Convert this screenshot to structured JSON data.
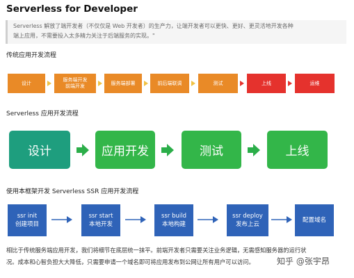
{
  "title": "Serverless for Developer",
  "quote": {
    "line1": "Serverless 解放了端开发者（不仅仅是 Web 开发者）的生产力，让端开发者可以更快、更好、更灵活地开发各种",
    "line2": "端上应用，不需要投入太多精力关注于后端服务的实现。\""
  },
  "section1": {
    "label": "传统应用开发流程",
    "steps": [
      "设计",
      "服务端开发\n前端开发",
      "服务端部署",
      "前后端联调",
      "测试",
      "上线",
      "运维"
    ]
  },
  "section2": {
    "label": "Serverless 应用开发流程",
    "steps": [
      "设计",
      "应用开发",
      "测试",
      "上线"
    ]
  },
  "section3": {
    "label": "使用本框架开发 Serverless SSR 应用开发流程",
    "steps": [
      {
        "l1": "ssr init",
        "l2": "创建项目"
      },
      {
        "l1": "ssr start",
        "l2": "本地开发"
      },
      {
        "l1": "ssr build",
        "l2": "本地构建"
      },
      {
        "l1": "ssr deploy",
        "l2": "发布上云"
      },
      {
        "l1": "配置域名",
        "l2": ""
      }
    ]
  },
  "bottom": {
    "line1": "相比于传统服务端应用开发，我们将细节在底层统一抹平。前端开发者只需要关注业务逻辑，无需感知服务器的运行状",
    "line2": "况。成本和心智负担大大降低，只需要申请一个域名即可将应用发布到公网让所有用户可以访问。"
  },
  "watermark": "知乎 @张宇昂",
  "colors": {
    "orange": "#e98a27",
    "red": "#e5322d",
    "teal": "#1e9e7e",
    "green": "#33b649",
    "blue": "#2f63b8"
  }
}
